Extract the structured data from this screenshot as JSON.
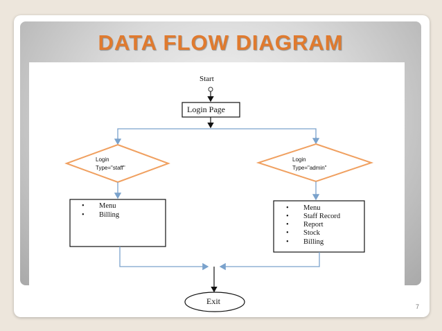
{
  "slide": {
    "title": "DATA FLOW DIAGRAM",
    "page_number": "7"
  },
  "diagram": {
    "start_label": "Start",
    "login_page_label": "Login Page",
    "staff_decision": {
      "line1": "Login",
      "line2": "Type=\"staff\""
    },
    "admin_decision": {
      "line1": "Login",
      "line2": "Type=\"admin\""
    },
    "staff_menu_items": [
      "Menu",
      "Billing"
    ],
    "admin_menu_items": [
      "Menu",
      "Staff Record",
      "Report",
      "Stock",
      "Billing"
    ],
    "exit_label": "Exit",
    "colors": {
      "title": "#e07a2e",
      "decision_border": "#f0a060",
      "connector": "#7aa2cc",
      "stroke": "#111111"
    }
  }
}
